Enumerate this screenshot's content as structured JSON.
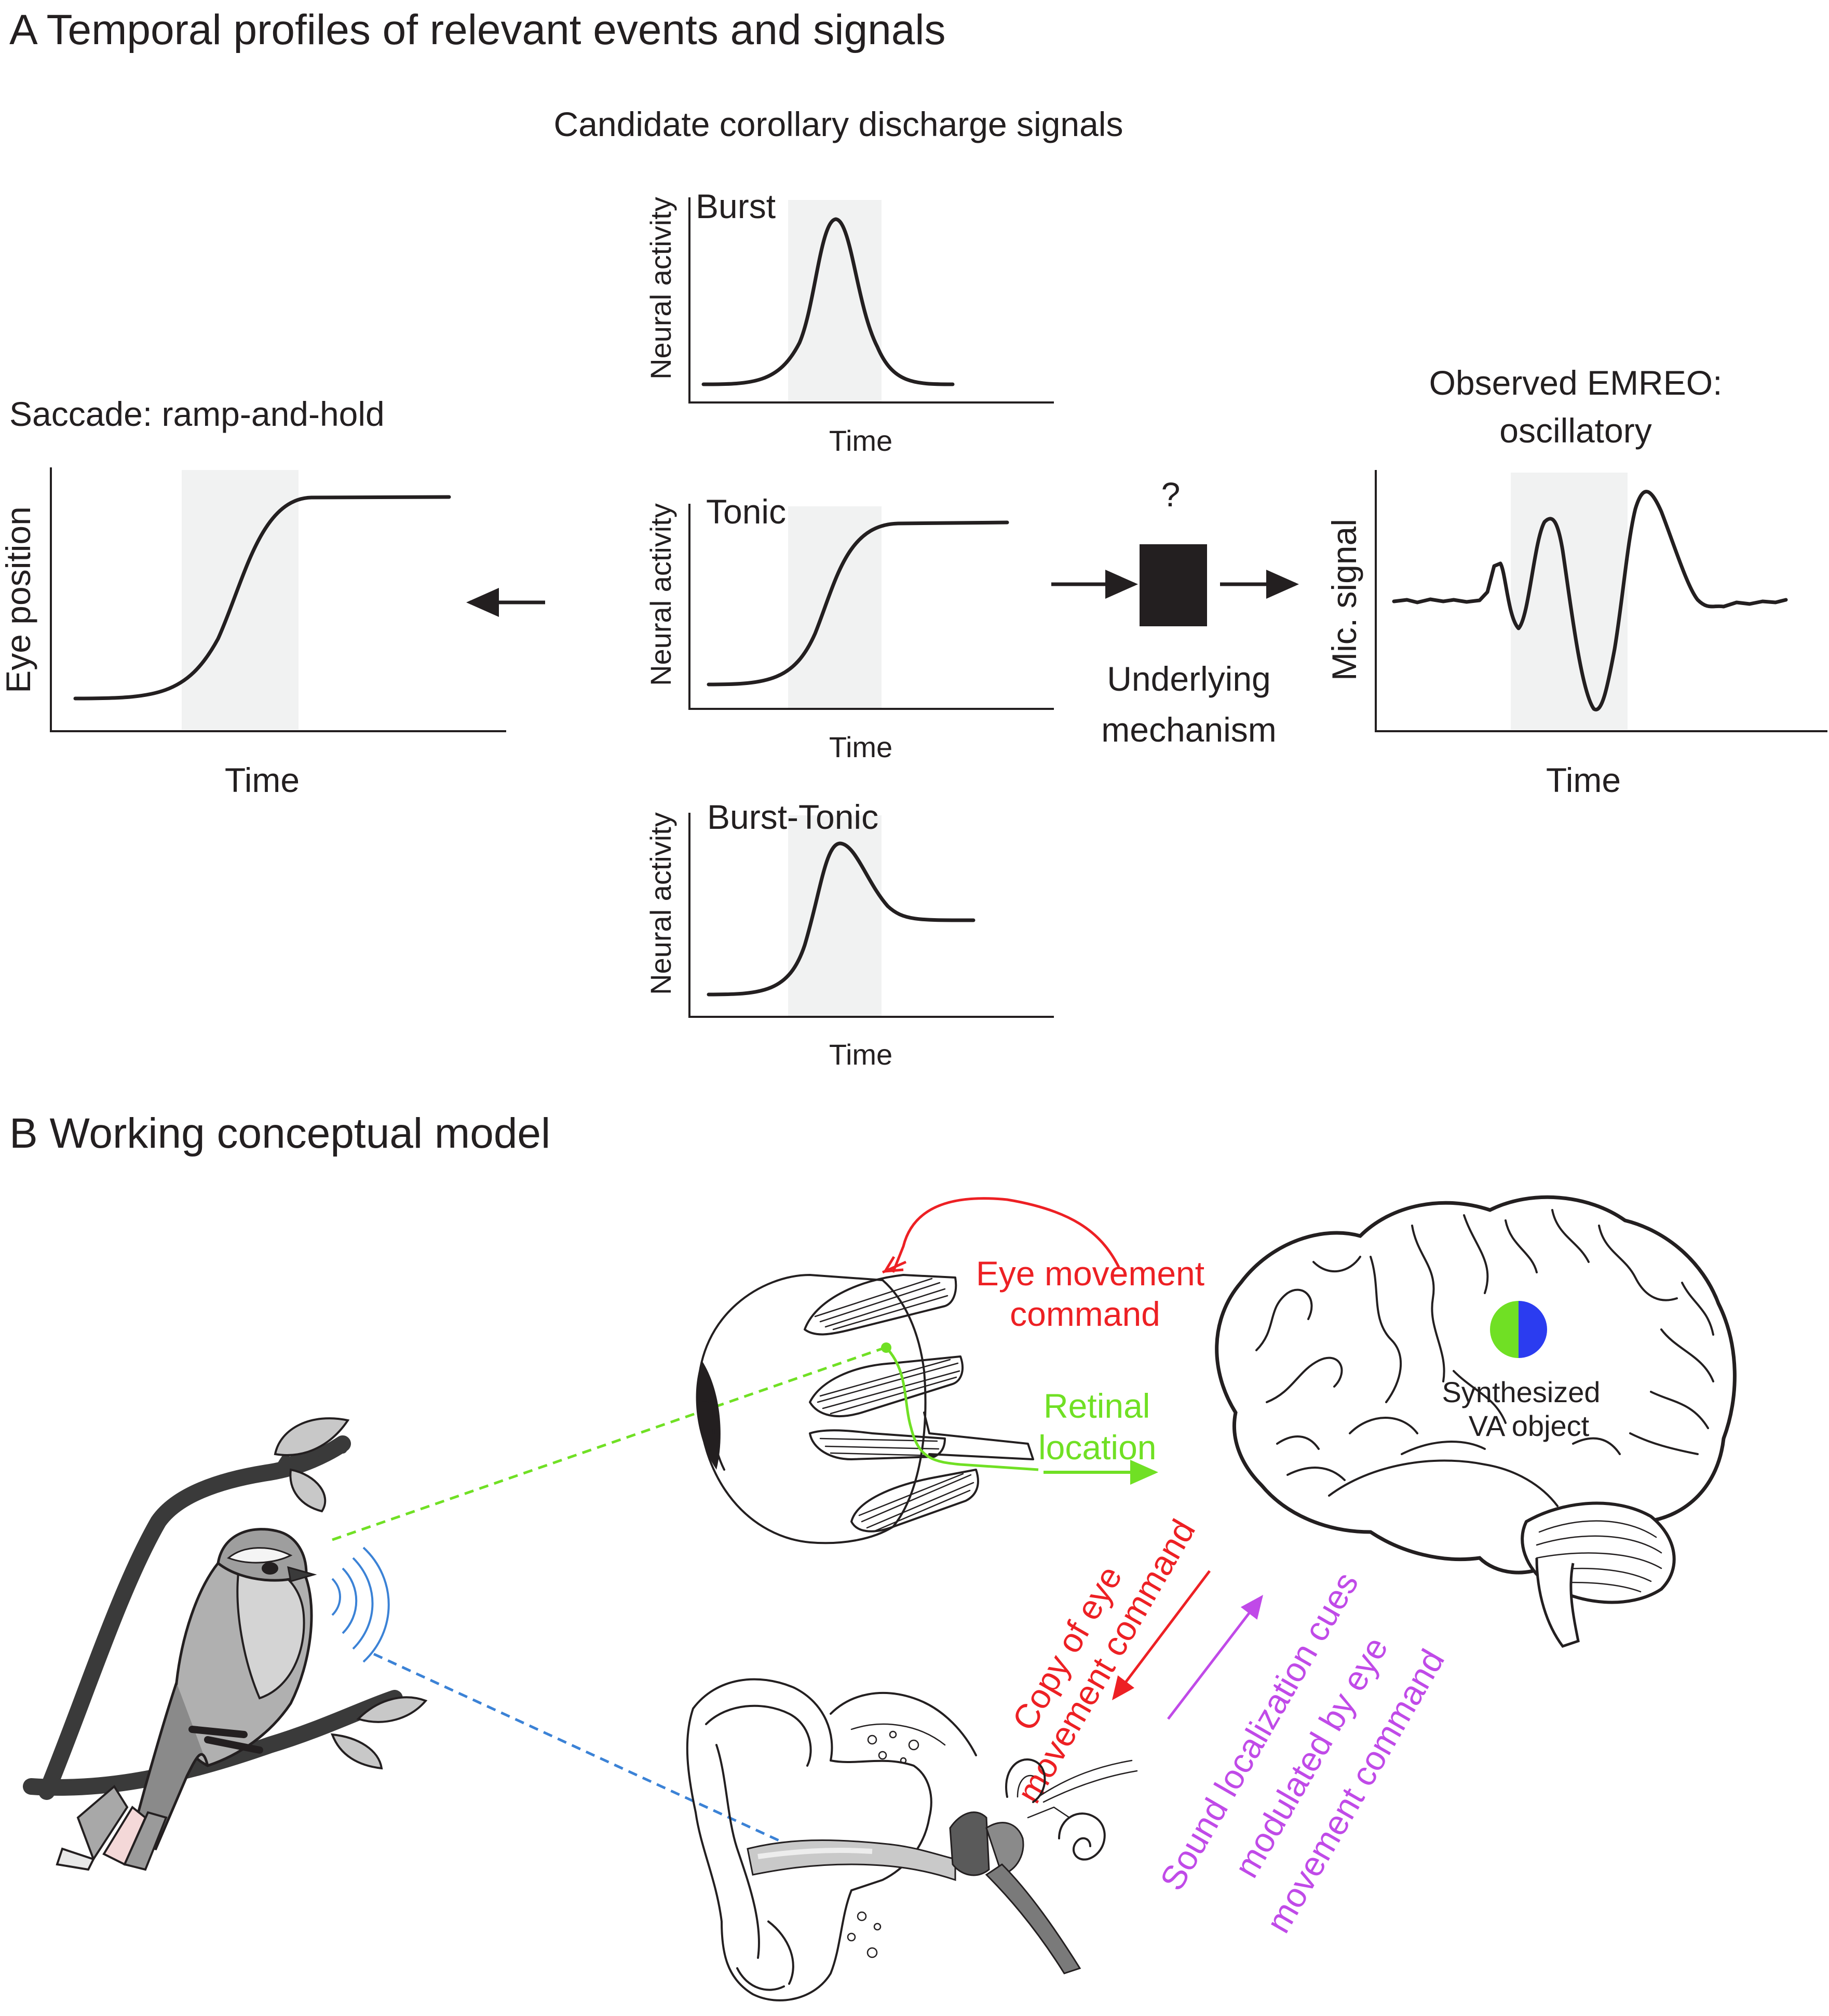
{
  "panel_a": {
    "title": "A Temporal profiles of relevant events and signals",
    "candidate_title": "Candidate corollary discharge signals",
    "saccade": {
      "title": "Saccade: ramp-and-hold",
      "ylabel": "Eye position",
      "xlabel": "Time"
    },
    "burst": {
      "label": "Burst",
      "ylabel": "Neural activity",
      "xlabel": "Time"
    },
    "tonic": {
      "label": "Tonic",
      "ylabel": "Neural activity",
      "xlabel": "Time"
    },
    "burst_tonic": {
      "label": "Burst-Tonic",
      "ylabel": "Neural activity",
      "xlabel": "Time"
    },
    "mechanism": {
      "question": "?",
      "line1": "Underlying",
      "line2": "mechanism"
    },
    "emreo": {
      "title_line1": "Observed EMREO:",
      "title_line2": "oscillatory",
      "ylabel": "Mic. signal",
      "xlabel": "Time"
    }
  },
  "panel_b": {
    "title": "B Working conceptual model",
    "eye_command_line1": "Eye movement",
    "eye_command_line2": "command",
    "retinal_line1": "Retinal",
    "retinal_line2": "location",
    "object_line1": "Synthesized",
    "object_line2": "VA object",
    "copy_line1": "Copy of eye",
    "copy_line2": "movement command",
    "sound_line1": "Sound localization cues",
    "sound_line2": "modulated by eye",
    "sound_line3": "movement command"
  },
  "colors": {
    "motor_command": "#ed2024",
    "visual": "#70e024",
    "auditory": "#3b82d6",
    "sound_cues": "#c04ae8",
    "object_visual_half": "#70e024",
    "object_auditory_half": "#2b3cf0",
    "event_shading": "#f1f2f2"
  },
  "icons": [
    "bird-icon",
    "eye-icon",
    "ear-icon",
    "brain-icon"
  ]
}
